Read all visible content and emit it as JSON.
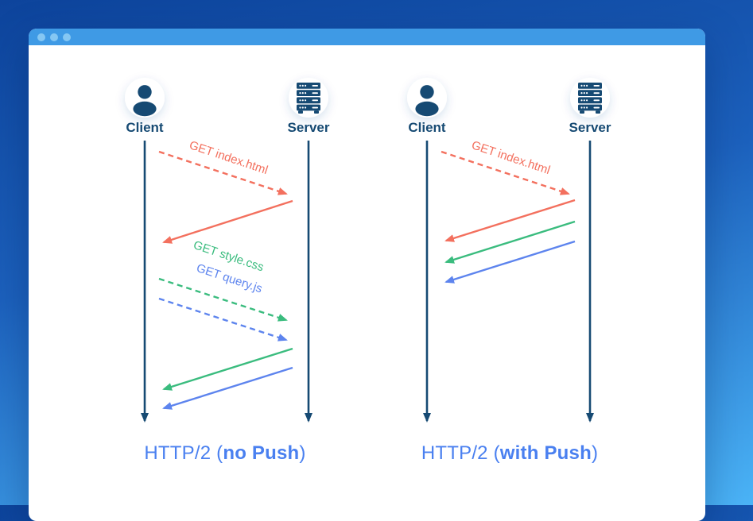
{
  "colors": {
    "background_top": "#0d449c",
    "background_bottom": "#4bb4f7",
    "titlebar": "#3f9ae5",
    "titlebar_dot": "#85c7f3",
    "window": "#ffffff",
    "actor_navy": "#164a73",
    "request_red": "#f3705e",
    "asset_green": "#3abc7e",
    "asset_blue": "#5d84ee",
    "caption_blue": "#4a80f0"
  },
  "icons": {
    "client": "person-icon",
    "server": "server-rack-icon",
    "titlebar": "window-dot-icon"
  },
  "diagrams": [
    {
      "client_label": "Client",
      "server_label": "Server",
      "messages": {
        "index_request": "GET index.html",
        "style_request": "GET style.css",
        "query_request": "GET query.js"
      },
      "caption": {
        "prefix": "HTTP/2 (",
        "emphasis": "no Push",
        "suffix": ")"
      }
    },
    {
      "client_label": "Client",
      "server_label": "Server",
      "messages": {
        "index_request": "GET index.html"
      },
      "caption": {
        "prefix": "HTTP/2 (",
        "emphasis": "with Push",
        "suffix": ")"
      }
    }
  ]
}
